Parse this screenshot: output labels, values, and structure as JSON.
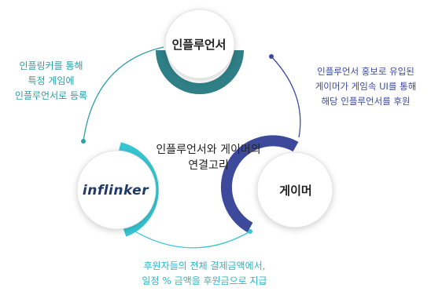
{
  "nodes": {
    "influencer": {
      "label": "인플루언서"
    },
    "gamer": {
      "label": "게이머"
    },
    "platform": {
      "logo_text": "inflinker"
    }
  },
  "center_text": [
    "인플루언서와 게이머의",
    "연결고리"
  ],
  "annotations": {
    "left": [
      "인플링커를 통해",
      "특정 게임에",
      "인플루언서로 등록"
    ],
    "right": [
      "인플루언서 홍보로 유입된",
      "게이머가 게임속 UI를 통해",
      "해당 인플루언서를 후원"
    ],
    "bottom": [
      "후원자들의 전체 결제금액에서,",
      "일정 % 금액을 후원금으로 지급"
    ]
  },
  "colors": {
    "influencer_arc": "#2e7f86",
    "gamer_arc": "#3d4a9c",
    "platform_arc": "#36c6d3",
    "connector_left": "#2c9fa8",
    "connector_right": "#3c4aa0",
    "connector_bottom": "#36c6d3"
  }
}
